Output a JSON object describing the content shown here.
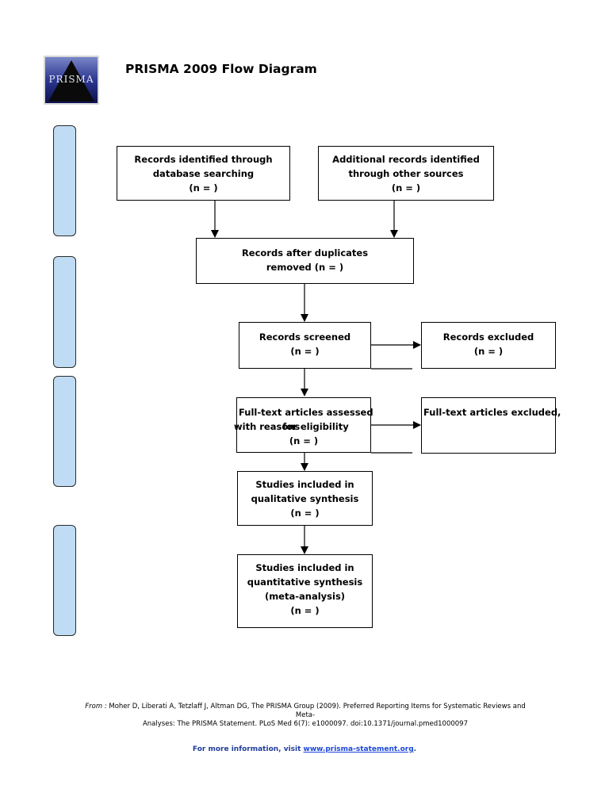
{
  "header": {
    "logo_text": "PRISMA",
    "title": "PRISMA 2009 Flow Diagram"
  },
  "boxes": {
    "db_search": [
      "Records identified through",
      "database searching",
      "(n =  )"
    ],
    "other_sources": [
      "Additional records identified",
      "through other sources",
      "(n =  )"
    ],
    "after_duplicates": [
      "Records after duplicates",
      "removed (n =  )"
    ],
    "screened": [
      "Records screened",
      "(n =  )"
    ],
    "excluded": [
      "Records excluded",
      "(n =  )"
    ],
    "fulltext_assessed": {
      "line1": "Full-text articles assessed",
      "line2a": "with reasons",
      "line2b": "for eligibility",
      "line3": "(n =  )"
    },
    "fulltext_excluded": [
      "Full-text articles excluded,"
    ],
    "qualitative": [
      "Studies included in",
      "qualitative synthesis",
      "(n =  )"
    ],
    "quantitative": [
      "Studies included in",
      "quantitative synthesis",
      "(meta-analysis)",
      "(n =  )"
    ]
  },
  "citation": {
    "from_label": "From :",
    "line1_text": " Moher D, Liberati A, Tetzlaff J, Altman DG, The PRISMA Group (2009). Preferred Reporting Items for Systematic Reviews and",
    "line2": "Meta-",
    "line3": "Analyses: The PRISMA Statement. PLoS Med 6(7): e1000097. doi:10.1371/journal.pmed1000097"
  },
  "footer": {
    "info_text": "For more information, visit ",
    "link_text": "www.prisma-statement.org",
    "trailing": "."
  },
  "colors": {
    "side_panel": "#bfdcf4",
    "link": "#1a47d8",
    "info_text": "#1f3d99"
  }
}
